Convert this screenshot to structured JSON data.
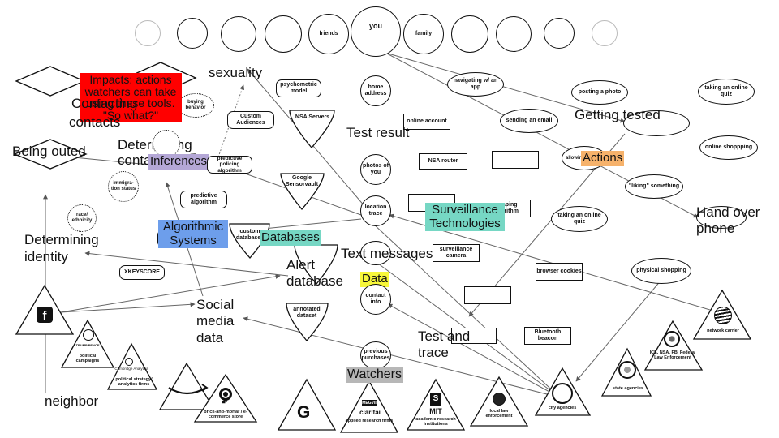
{
  "top_row": {
    "friends": "friends",
    "you": "you",
    "family": "family"
  },
  "headings": {
    "sexuality": "sexuality",
    "contacting": "Contacting",
    "contacts": "contacts",
    "being_outed": "Being outed",
    "determining_contacts": "Determining contacts",
    "determining_identity": "Determining identity",
    "test_result": "Test result",
    "getting_tested": "Getting tested",
    "hand_over_phone": "Hand over phone",
    "text_messages": "Text messages",
    "alert_database": "Alert database",
    "social_media_data": "Social media data",
    "test_and_trace": "Test and trace",
    "neighbor": "neighbor"
  },
  "highlights": {
    "impacts": "Impacts: actions watchers can take using these tools. \"So what?\"",
    "inferences": "Inferences",
    "algorithmic_systems": "Algorithmic Systems",
    "databases": "Databases",
    "surveillance_technologies": "Surveillance Technologies",
    "actions": "Actions",
    "data": "Data",
    "watchers": "Watchers"
  },
  "nodes": {
    "psychometric_model": "psychometric model",
    "custom_audiences": "Custom Audiences",
    "nsa_servers": "NSA Servers",
    "home_address": "home address",
    "online_account": "online account",
    "navigating_app": "navigating w/ an app",
    "posting_photo": "posting a photo",
    "taking_online_quiz_top": "taking an online quiz",
    "sending_email": "sending an email",
    "online_shopping": "online shoppping",
    "buying_behavior": "buying behavior",
    "predictive_policing": "predictive policing algorithm",
    "immigration_status": "immigra-tion status",
    "predictive_algorithm": "predictive algorithm",
    "google_sensorvault": "Google Sensorvault",
    "photos_of_you": "photos of you",
    "nsa_router": "NSA router",
    "allowing_social": "allowing to social",
    "liking_something": "\"liking\" something",
    "race_ethnicity": "race/ ethnicity",
    "location_trace": "location trace",
    "scraping_algorithm": "scraping algorithm",
    "taking_online_quiz_mid": "taking an online quiz",
    "custom_databases": "custom databases",
    "surveillance_camera": "surveillance camera",
    "browser_cookies": "browser cookies",
    "physical_shopping": "physical shopping",
    "xkeyscore": "XKEYSCORE",
    "contact_info": "contact info",
    "annotated_dataset": "annotated dataset",
    "bluetooth_beacon": "Bluetooth beacon",
    "previous_purchases": "previous purchases"
  },
  "watchers": {
    "network_carrier": "network carrier",
    "ice_nsa_fbi": "ICE, NSA, FBI Federal Law Enforcement",
    "state_agencies": "state agencies",
    "city_agencies": "city agencies",
    "local_law": "local law enforcement",
    "academic": "academic research institutions",
    "applied_research": "applied research firms",
    "brick_mortar": "brick-and-mortar / e-commerce store",
    "political_campaigns": "political campaigns",
    "political_strategy": "political strategy/ analytics firms",
    "trump_logo": "TRUMP PENCE",
    "cambridge_logo": "Cambridge Analytica",
    "megvii_logo": "MEGVII",
    "clarifai_logo": "clarifai",
    "mit_logo": "MIT",
    "google_g": "G"
  },
  "colors": {
    "red": "#ff0000",
    "purple": "#b4a7d6",
    "blue": "#6d9eeb",
    "teal": "#76d7c4",
    "orange": "#f6b26b",
    "yellow": "#f7f73a",
    "gray": "#b7b7b7"
  }
}
